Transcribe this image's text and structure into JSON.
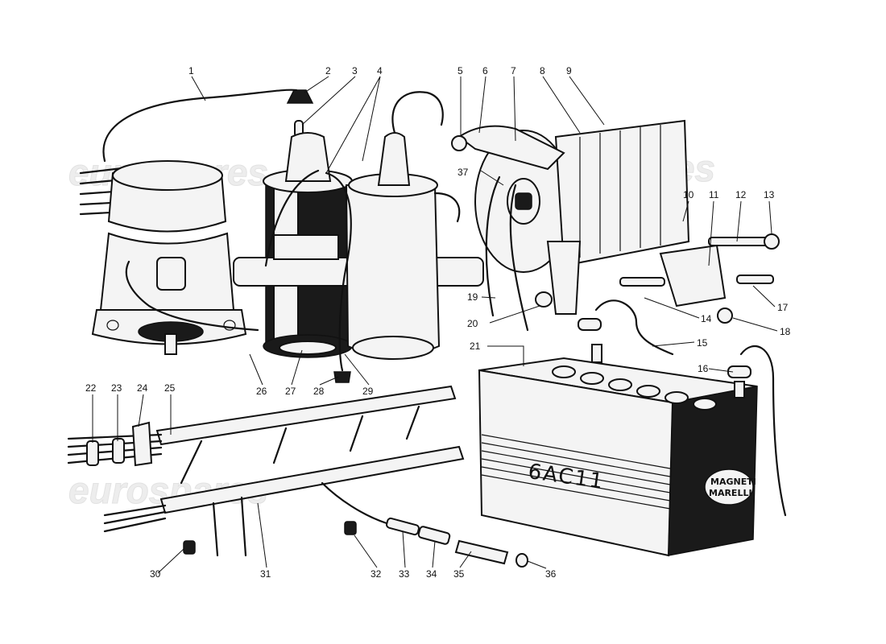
{
  "watermark": {
    "brand": "eurospares"
  },
  "battery": {
    "model": "6AC11",
    "brand_top": "MAGNETI",
    "brand_bottom": "MARELLI"
  },
  "callouts": [
    {
      "id": "c1",
      "label": "1"
    },
    {
      "id": "c2",
      "label": "2"
    },
    {
      "id": "c3",
      "label": "3"
    },
    {
      "id": "c4",
      "label": "4"
    },
    {
      "id": "c5",
      "label": "5"
    },
    {
      "id": "c6",
      "label": "6"
    },
    {
      "id": "c7",
      "label": "7"
    },
    {
      "id": "c8",
      "label": "8"
    },
    {
      "id": "c9",
      "label": "9"
    },
    {
      "id": "c10",
      "label": "10"
    },
    {
      "id": "c11",
      "label": "11"
    },
    {
      "id": "c12",
      "label": "12"
    },
    {
      "id": "c13",
      "label": "13"
    },
    {
      "id": "c14",
      "label": "14"
    },
    {
      "id": "c15",
      "label": "15"
    },
    {
      "id": "c16",
      "label": "16"
    },
    {
      "id": "c17",
      "label": "17"
    },
    {
      "id": "c18",
      "label": "18"
    },
    {
      "id": "c19",
      "label": "19"
    },
    {
      "id": "c20",
      "label": "20"
    },
    {
      "id": "c21",
      "label": "21"
    },
    {
      "id": "c22",
      "label": "22"
    },
    {
      "id": "c23",
      "label": "23"
    },
    {
      "id": "c24",
      "label": "24"
    },
    {
      "id": "c25",
      "label": "25"
    },
    {
      "id": "c26",
      "label": "26"
    },
    {
      "id": "c27",
      "label": "27"
    },
    {
      "id": "c28",
      "label": "28"
    },
    {
      "id": "c29",
      "label": "29"
    },
    {
      "id": "c30",
      "label": "30"
    },
    {
      "id": "c31",
      "label": "31"
    },
    {
      "id": "c32",
      "label": "32"
    },
    {
      "id": "c33",
      "label": "33"
    },
    {
      "id": "c34",
      "label": "34"
    },
    {
      "id": "c35",
      "label": "35"
    },
    {
      "id": "c36",
      "label": "36"
    },
    {
      "id": "c37",
      "label": "37"
    }
  ]
}
